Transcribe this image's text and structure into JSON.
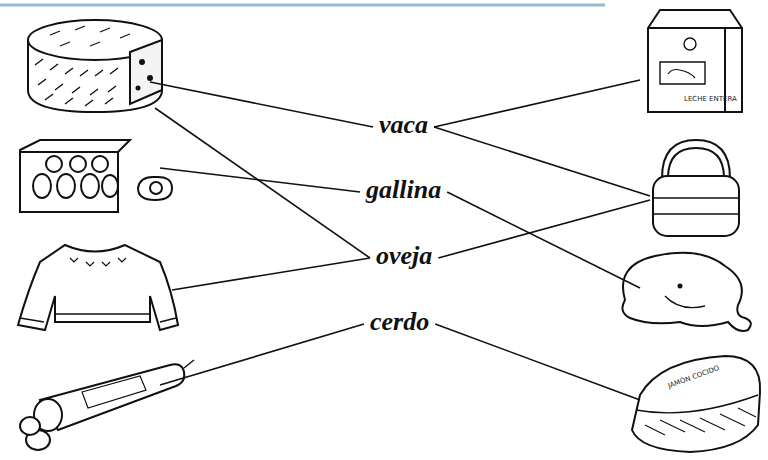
{
  "diagram": {
    "nodes": [
      {
        "text": [
          "vaca"
        ]
      },
      {
        "text": [
          "gallina"
        ]
      },
      {
        "text": [
          "oveja"
        ]
      },
      {
        "text": [
          "cerdo"
        ]
      }
    ],
    "labels": [
      "LECHE ENTERA",
      "JAMÓN COCIDO"
    ]
  }
}
